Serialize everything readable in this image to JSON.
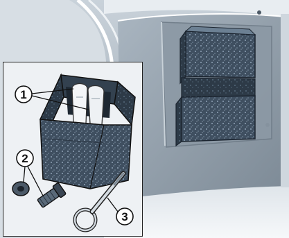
{
  "illustration": {
    "subject": "vehicle-interior-tool-kit-diagram",
    "colors": {
      "foam": "#3b4a5a",
      "foam_highlight": "#6d8296",
      "panel": "#9aa8b4",
      "outline": "#1a1a1a"
    }
  },
  "callouts": [
    {
      "id": "1",
      "label": "1"
    },
    {
      "id": "2",
      "label": "2"
    },
    {
      "id": "3",
      "label": "3"
    }
  ]
}
